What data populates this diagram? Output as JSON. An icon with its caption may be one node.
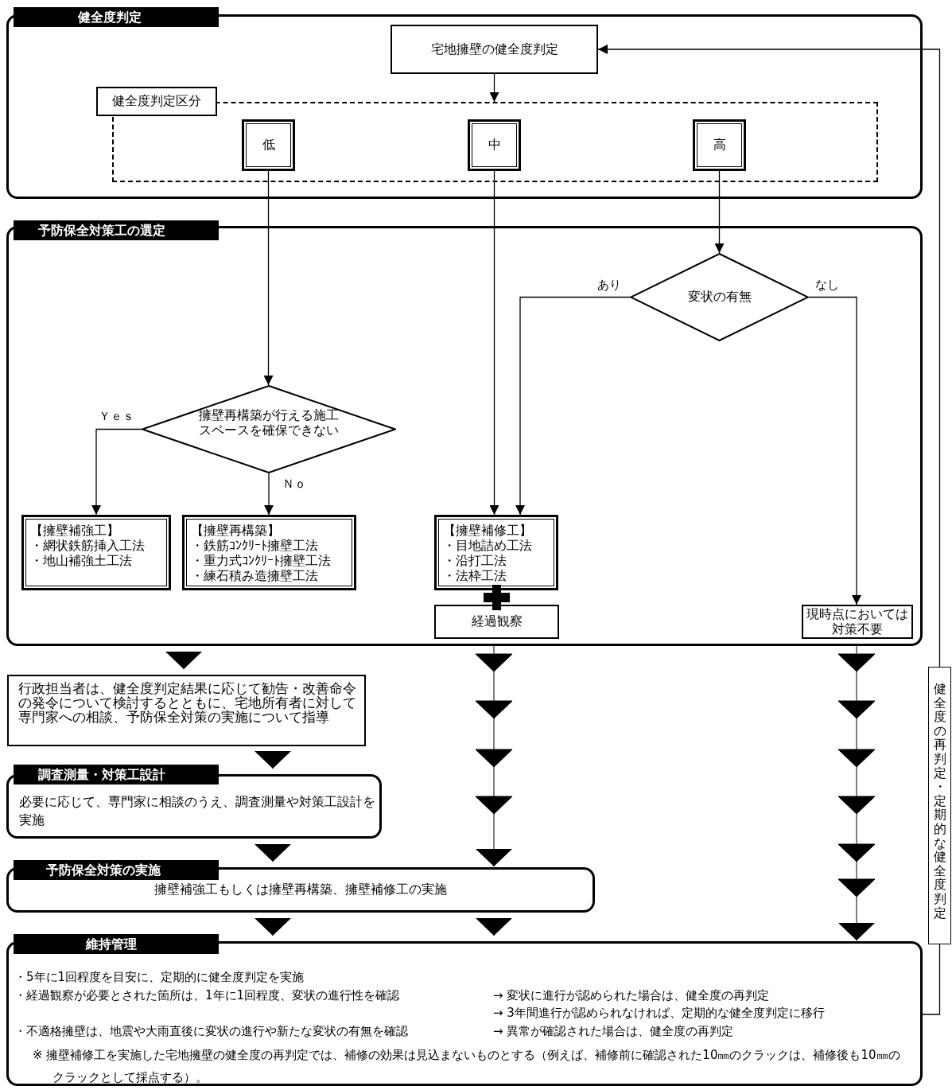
{
  "diagram": {
    "nodes": [
      {
        "text": [
          "健全度判定"
        ]
      },
      {
        "text": [
          "宅地擁壁の健全度判定"
        ],
        "in": 0
      },
      {
        "text": [
          "健全度判定区分"
        ],
        "in": 0
      },
      {
        "text": [
          "低"
        ],
        "in": 2
      },
      {
        "text": [
          "中"
        ],
        "in": 2
      },
      {
        "text": [
          "高"
        ],
        "in": 2
      },
      {
        "text": [
          "予防保全対策工の選定"
        ]
      },
      {
        "text": [
          "擁壁再構築が行える施工スペースを確保できない"
        ],
        "in": 6
      },
      {
        "text": [
          "【擁壁補強工】",
          "・網状鉄筋挿入工法",
          "・地山補強土工法"
        ],
        "in": 6
      },
      {
        "text": [
          "【擁壁再構築】",
          "・鉄筋ｺﾝｸﾘｰﾄ擁壁工法",
          "・重力式ｺﾝｸﾘｰﾄ擁壁工法",
          "・練石積み造擁壁工法"
        ],
        "in": 6
      },
      {
        "text": [
          "【擁壁補修工】",
          "・目地詰め工法",
          "・沿打工法",
          "・法枠工法"
        ],
        "in": 6
      },
      {
        "text": [
          "経過観察"
        ],
        "in": 6
      },
      {
        "text": [
          "変状の有無"
        ],
        "in": 6
      },
      {
        "text": [
          "現時点においては対策不要"
        ],
        "in": 6
      },
      {
        "text": [
          "行政担当者は、健全度判定結果に応じて勧告・改善命令の発令について検討するとともに、宅地所有者に対して専門家への相談、予防保全対策の実施について指導"
        ]
      },
      {
        "text": [
          "調査測量・対策工設計",
          "必要に応じて、専門家に相談のうえ、調査測量や対策工設計を実施"
        ]
      },
      {
        "text": [
          "予防保全対策の実施",
          "擁壁補強工もしくは擁壁再構築、擁壁補修工の実施"
        ]
      },
      {
        "text": [
          "維持管理",
          "・5年に1回程度を目安に、定期的に健全度判定を実施",
          "・経過観察が必要とされた箇所は、1年に1回程度、変状の進行性を確認",
          "→ 変状に進行が認められた場合は、健全度の再判定",
          "→ 3年間進行が認められなければ、定期的な健全度判定に移行",
          "・不適格擁壁は、地震や大雨直後に変状の進行や新たな変状の有無を確認",
          "→ 異常が確認された場合は、健全度の再判定",
          "※ 擁壁補修工を実施した宅地擁壁の健全度の再判定では、補修の効果は見込まないものとする（例えば、補修前に確認された10㎜のクラックは、補修後も10㎜のクラックとして採点する）。"
        ]
      },
      {
        "text": [
          "健全度の再判定・定期的な健全度判定"
        ]
      }
    ],
    "edges": [
      {
        "from": 1,
        "to": 2,
        "arrow": "to"
      },
      {
        "from": 3,
        "to": 7,
        "arrow": "to"
      },
      {
        "from": 4,
        "to": 10,
        "arrow": "to"
      },
      {
        "from": 5,
        "to": 12,
        "arrow": "to"
      },
      {
        "from": 12,
        "to": 10,
        "arrow": "to",
        "label": "あり"
      },
      {
        "from": 12,
        "to": 13,
        "arrow": "to",
        "label": "なし"
      },
      {
        "from": 7,
        "to": 8,
        "arrow": "to",
        "label": "Ｙｅｓ"
      },
      {
        "from": 7,
        "to": 9,
        "arrow": "to",
        "label": "Ｎｏ"
      },
      {
        "from": 6,
        "to": 14,
        "arrow": "to"
      },
      {
        "from": 14,
        "to": 15,
        "arrow": "to"
      },
      {
        "from": 15,
        "to": 16,
        "arrow": "to"
      },
      {
        "from": 16,
        "to": 17,
        "arrow": "to"
      },
      {
        "from": 6,
        "to": 16,
        "arrow": "to"
      },
      {
        "from": 6,
        "to": 17,
        "arrow": "to"
      },
      {
        "from": 17,
        "to": 18,
        "arrow": "none"
      },
      {
        "from": 18,
        "to": 1,
        "arrow": "to"
      },
      {
        "from": 16,
        "to": 17,
        "arrow": "to"
      }
    ]
  }
}
